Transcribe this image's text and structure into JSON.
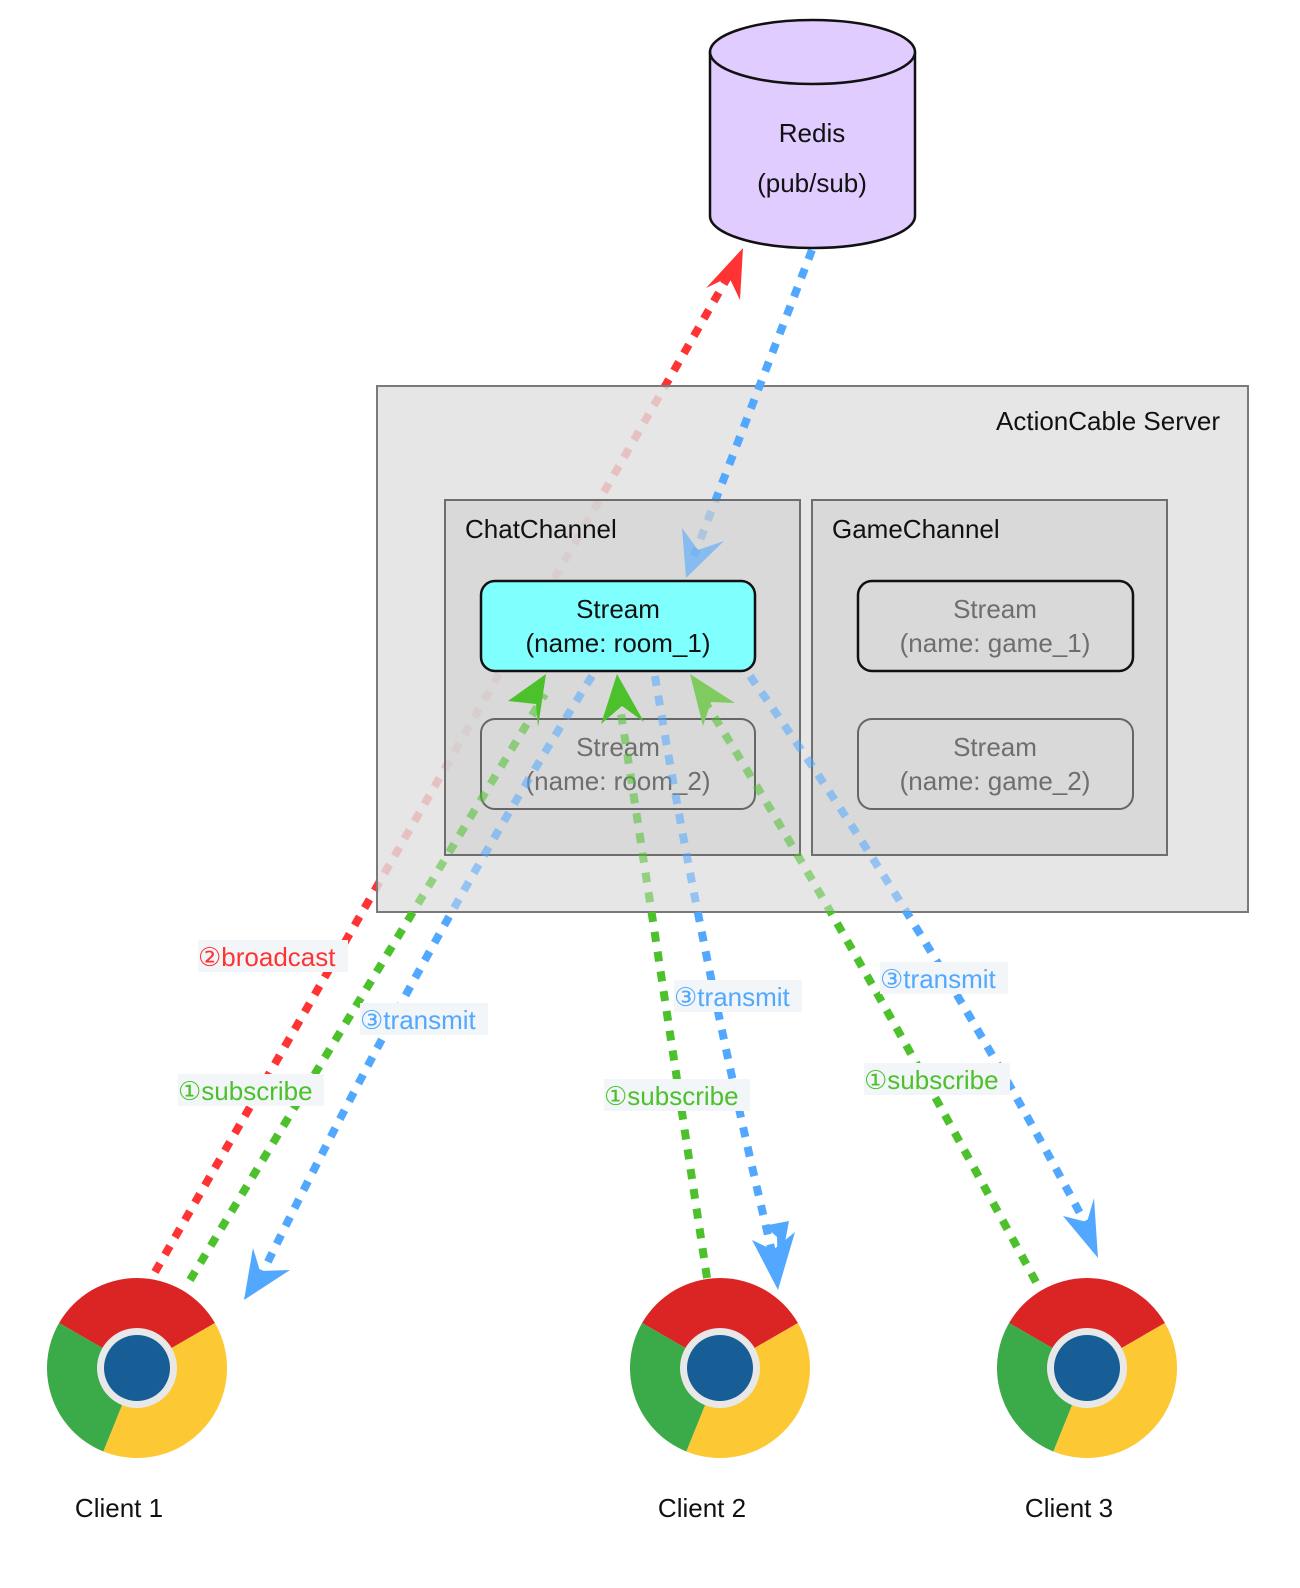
{
  "colors": {
    "redis_fill": "#E1CCFF",
    "server_fill": "#E0E0E0",
    "channel_fill": "#D3D3D3",
    "active_stream_fill": "#80FFFF",
    "broadcast": "#FF3333",
    "subscribe": "#4CC12B",
    "transmit": "#52A8FF"
  },
  "redis": {
    "title": "Redis",
    "subtitle": "(pub/sub)"
  },
  "server": {
    "title": "ActionCable Server"
  },
  "channels": [
    {
      "name": "ChatChannel",
      "streams": [
        {
          "title": "Stream",
          "name": "(name: room_1)",
          "active": true
        },
        {
          "title": "Stream",
          "name": "(name: room_2)",
          "active": false
        }
      ]
    },
    {
      "name": "GameChannel",
      "streams": [
        {
          "title": "Stream",
          "name": "(name: game_1)",
          "active": false
        },
        {
          "title": "Stream",
          "name": "(name: game_2)",
          "active": false
        }
      ]
    }
  ],
  "clients": [
    {
      "label": "Client 1",
      "icon": "chrome-icon"
    },
    {
      "label": "Client 2",
      "icon": "chrome-icon"
    },
    {
      "label": "Client 3",
      "icon": "chrome-icon"
    }
  ],
  "edges": [
    {
      "id": "broadcast-client1",
      "label": "②broadcast",
      "kind": "broadcast",
      "from": "Client 1",
      "to": "Redis"
    },
    {
      "id": "redis-to-room1",
      "label": "",
      "kind": "transmit",
      "from": "Redis",
      "to": "Stream room_1"
    },
    {
      "id": "subscribe-client1",
      "label": "①subscribe",
      "kind": "subscribe",
      "from": "Client 1",
      "to": "Stream room_1"
    },
    {
      "id": "subscribe-client2",
      "label": "①subscribe",
      "kind": "subscribe",
      "from": "Client 2",
      "to": "Stream room_1"
    },
    {
      "id": "subscribe-client3",
      "label": "①subscribe",
      "kind": "subscribe",
      "from": "Client 3",
      "to": "Stream room_1"
    },
    {
      "id": "transmit-client1",
      "label": "③transmit",
      "kind": "transmit",
      "from": "Stream room_1",
      "to": "Client 1"
    },
    {
      "id": "transmit-client2",
      "label": "③transmit",
      "kind": "transmit",
      "from": "Stream room_1",
      "to": "Client 2"
    },
    {
      "id": "transmit-client3",
      "label": "③transmit",
      "kind": "transmit",
      "from": "Stream room_1",
      "to": "Client 3"
    }
  ]
}
